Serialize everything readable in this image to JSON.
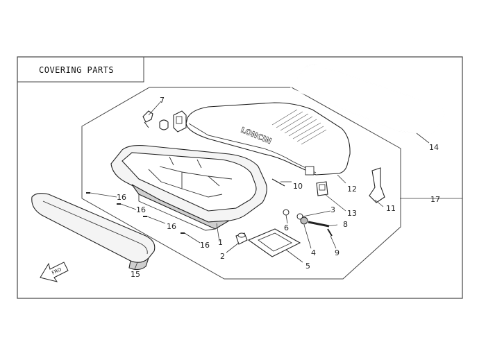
{
  "title": "COVERING PARTS",
  "brand_text": "LONCIN",
  "arrow_label": "FRO",
  "callouts": {
    "p1": "1",
    "p2": "2",
    "p3": "3",
    "p4": "4",
    "p5": "5",
    "p6": "6",
    "p7": "7",
    "p8": "8",
    "p9": "9",
    "p10": "10",
    "p11": "11",
    "p12": "12",
    "p13": "13",
    "p14": "14",
    "p15": "15",
    "p16a": "16",
    "p16b": "16",
    "p16c": "16",
    "p16d": "16",
    "p17": "17"
  }
}
